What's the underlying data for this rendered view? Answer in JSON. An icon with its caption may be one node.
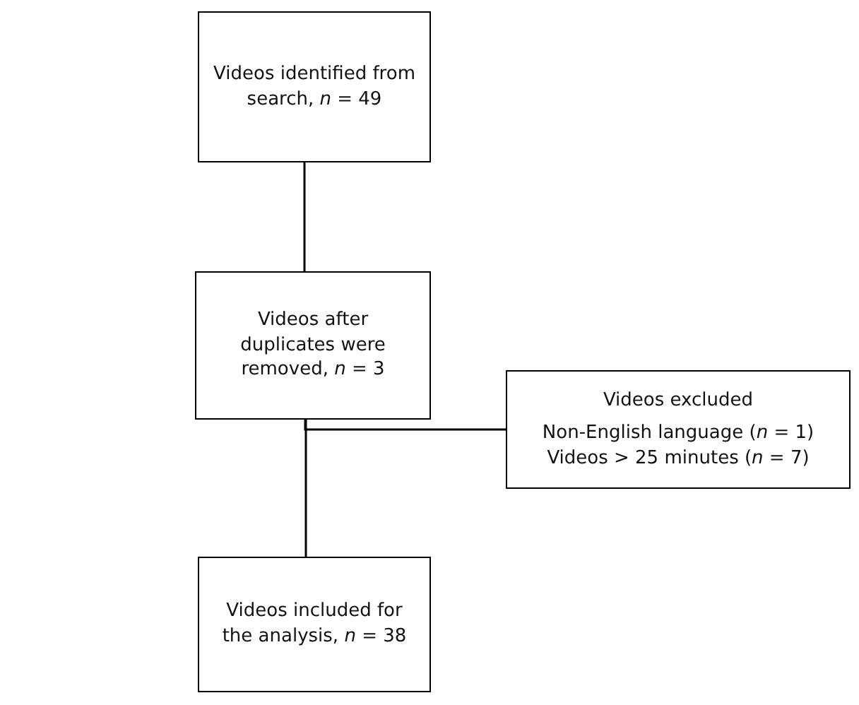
{
  "diagram": {
    "nodes": [
      {
        "text": [
          "Videos identified from search, *n* = 49"
        ]
      },
      {
        "text": [
          "Videos after duplicates were removed, *n* = 3"
        ]
      },
      {
        "text": [
          "Videos excluded",
          "Non-English language (*n* = 1)",
          "Videos > 25 minutes (*n* = 7)"
        ]
      },
      {
        "text": [
          "Videos included for the analysis, *n* = 38"
        ]
      }
    ],
    "edges": [
      {
        "from": 0,
        "to": 1,
        "arrow": "none"
      },
      {
        "from": 1,
        "to": 3,
        "arrow": "none"
      },
      {
        "from": 1,
        "to": 2,
        "arrow": "none"
      }
    ]
  }
}
